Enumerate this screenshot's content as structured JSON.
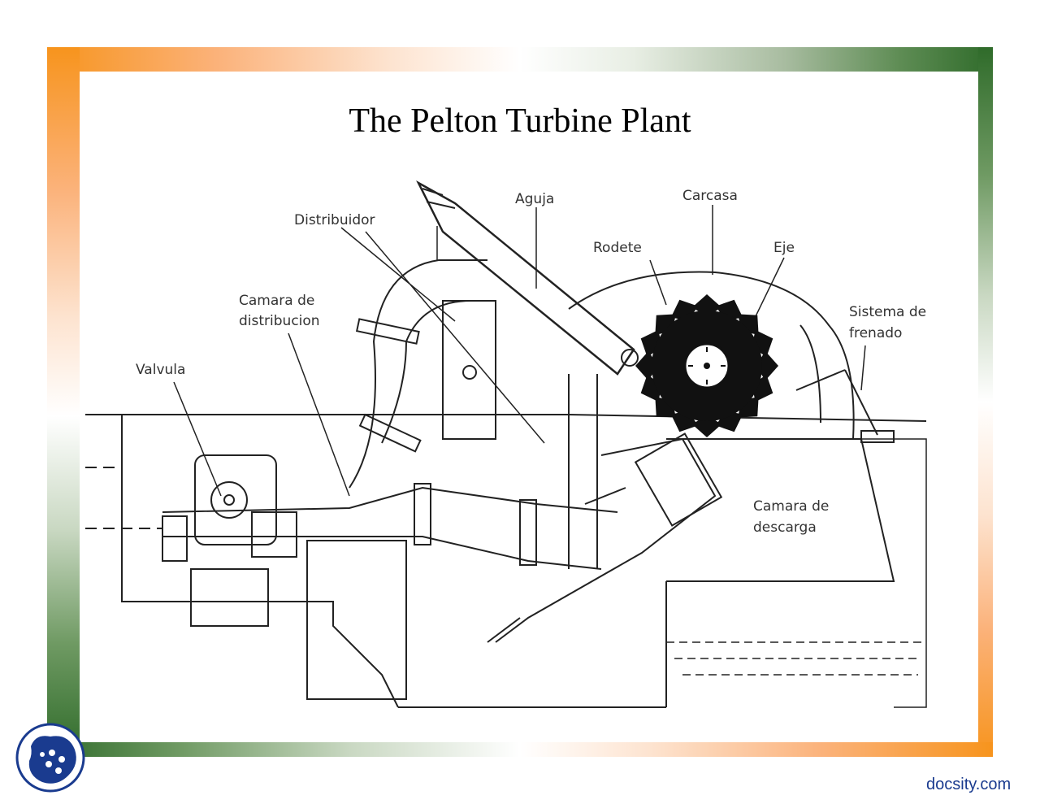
{
  "slide": {
    "title": "The Pelton Turbine Plant"
  },
  "diagram": {
    "labels": {
      "aguja": "Aguja",
      "carcasa": "Carcasa",
      "distribuidor": "Distribuidor",
      "rodete": "Rodete",
      "eje": "Eje",
      "camara_distribucion_1": "Camara de",
      "camara_distribucion_2": "distribucion",
      "sistema_frenado_1": "Sistema de",
      "sistema_frenado_2": "frenado",
      "valvula": "Valvula",
      "camara_descarga_1": "Camara de",
      "camara_descarga_2": "descarga"
    }
  },
  "footer": {
    "brand": "docsity.com"
  },
  "colors": {
    "orange": "#f7941d",
    "green": "#2f6b2a",
    "brand_blue": "#1a3b8f"
  }
}
